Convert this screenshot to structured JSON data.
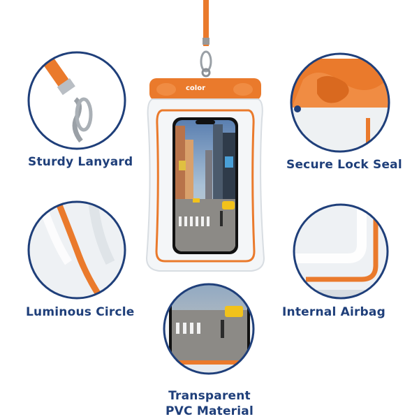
{
  "brand": {
    "logo_text": "color"
  },
  "features": [
    {
      "label": "Sturdy Lanyard"
    },
    {
      "label": "Secure Lock Seal"
    },
    {
      "label": "Luminous Circle"
    },
    {
      "label": "Internal Airbag"
    },
    {
      "label_line1": "Transparent",
      "label_line2": "PVC Material"
    }
  ],
  "colors": {
    "accent_orange": "#ea7a2c",
    "navy": "#1f3f7a",
    "circle_border": "#1f3f7a"
  }
}
